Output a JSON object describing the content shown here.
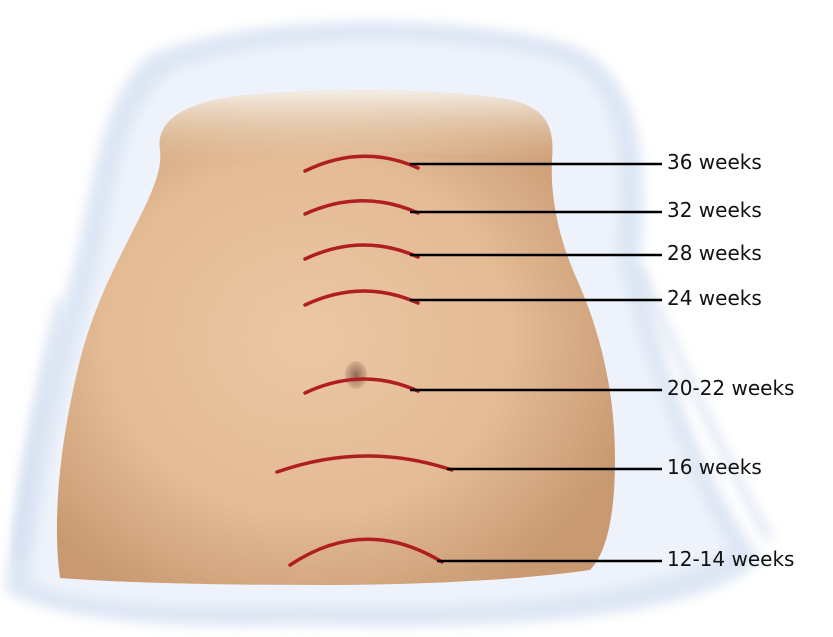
{
  "diagram": {
    "colors": {
      "marker": "#b01e22",
      "leader": "#000000",
      "skin": "#e6bf9a",
      "sheet": "#d7e2f3"
    },
    "markers": [
      {
        "label": "36 weeks"
      },
      {
        "label": "32 weeks"
      },
      {
        "label": "28 weeks"
      },
      {
        "label": "24 weeks"
      },
      {
        "label": "20-22 weeks"
      },
      {
        "label": "16 weeks"
      },
      {
        "label": "12-14 weeks"
      }
    ]
  }
}
